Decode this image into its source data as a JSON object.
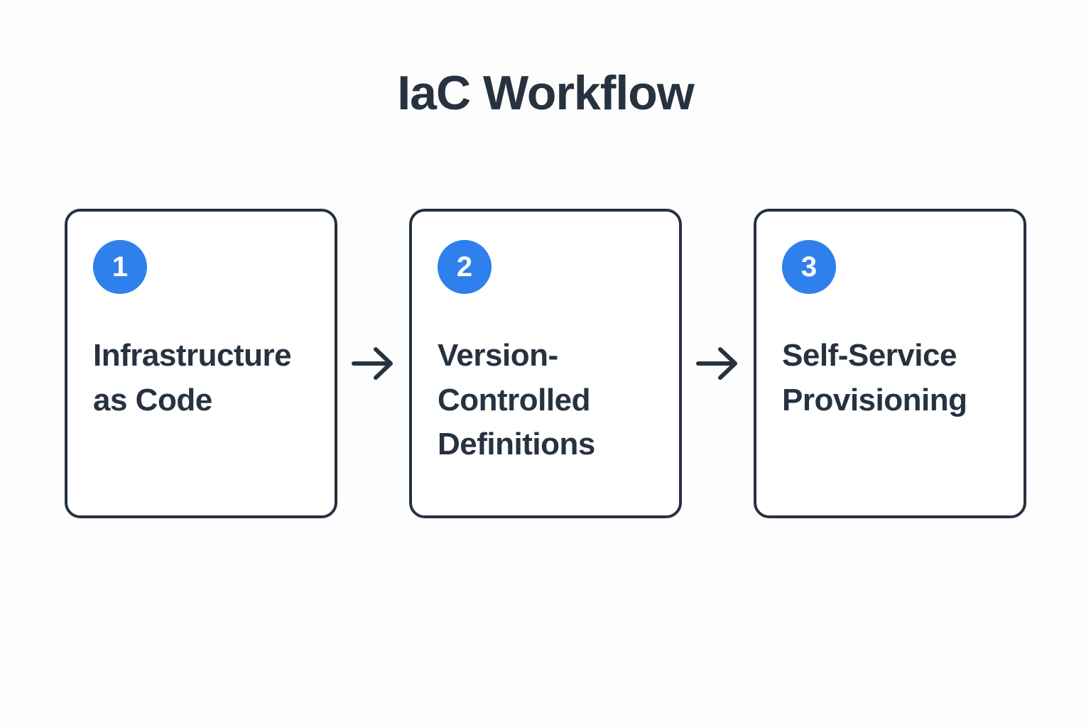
{
  "title": "IaC Workflow",
  "colors": {
    "accent": "#2F80ED",
    "dark": "#273240",
    "background": "#FDFDFD",
    "card_background": "#FFFFFF"
  },
  "workflow": {
    "steps": [
      {
        "number": "1",
        "label": "Infrastructure as Code"
      },
      {
        "number": "2",
        "label": "Version-Controlled Definitions"
      },
      {
        "number": "3",
        "label": "Self-Service Provisioning"
      }
    ],
    "connector": "arrow-right"
  }
}
